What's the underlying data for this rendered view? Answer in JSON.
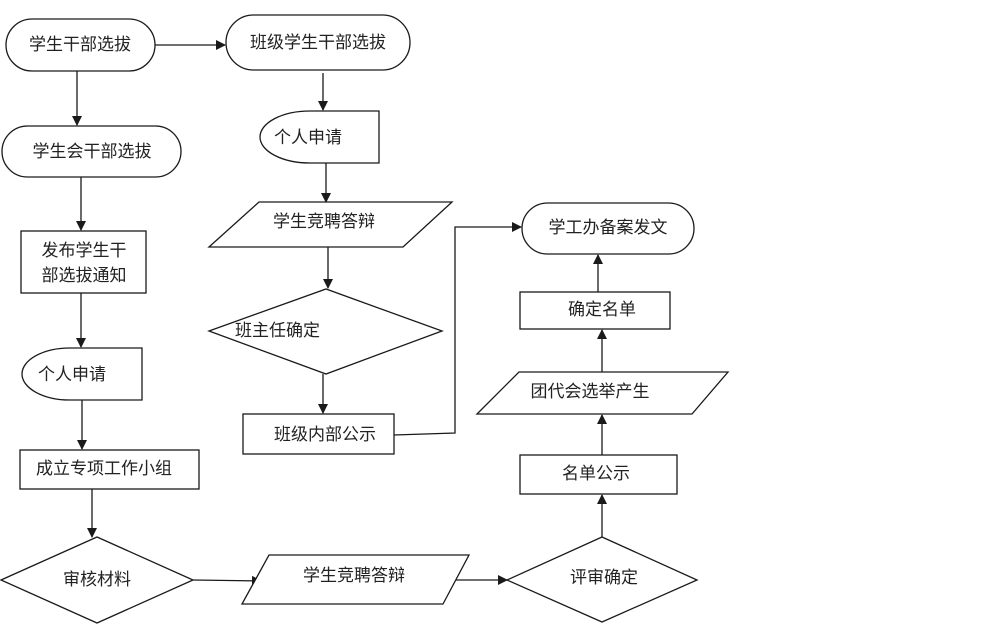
{
  "nodes": {
    "student_cadre_selection": "学生干部选拔",
    "class_cadre_selection": "班级学生干部选拔",
    "union_cadre_selection": "学生会干部选拔",
    "publish_notice_line1": "发布学生干",
    "publish_notice_line2": "部选拔通知",
    "left_personal_application": "个人申请",
    "form_working_group": "成立专项工作小组",
    "review_materials": "审核材料",
    "bottom_debate": "学生竞聘答辩",
    "review_confirm": "评审确定",
    "list_publicity": "名单公示",
    "league_election": "团代会选举产生",
    "confirm_list": "确定名单",
    "filing_document": "学工办备案发文",
    "mid_personal_application": "个人申请",
    "mid_debate": "学生竞聘答辩",
    "head_teacher_confirm": "班主任确定",
    "class_publicity": "班级内部公示"
  }
}
